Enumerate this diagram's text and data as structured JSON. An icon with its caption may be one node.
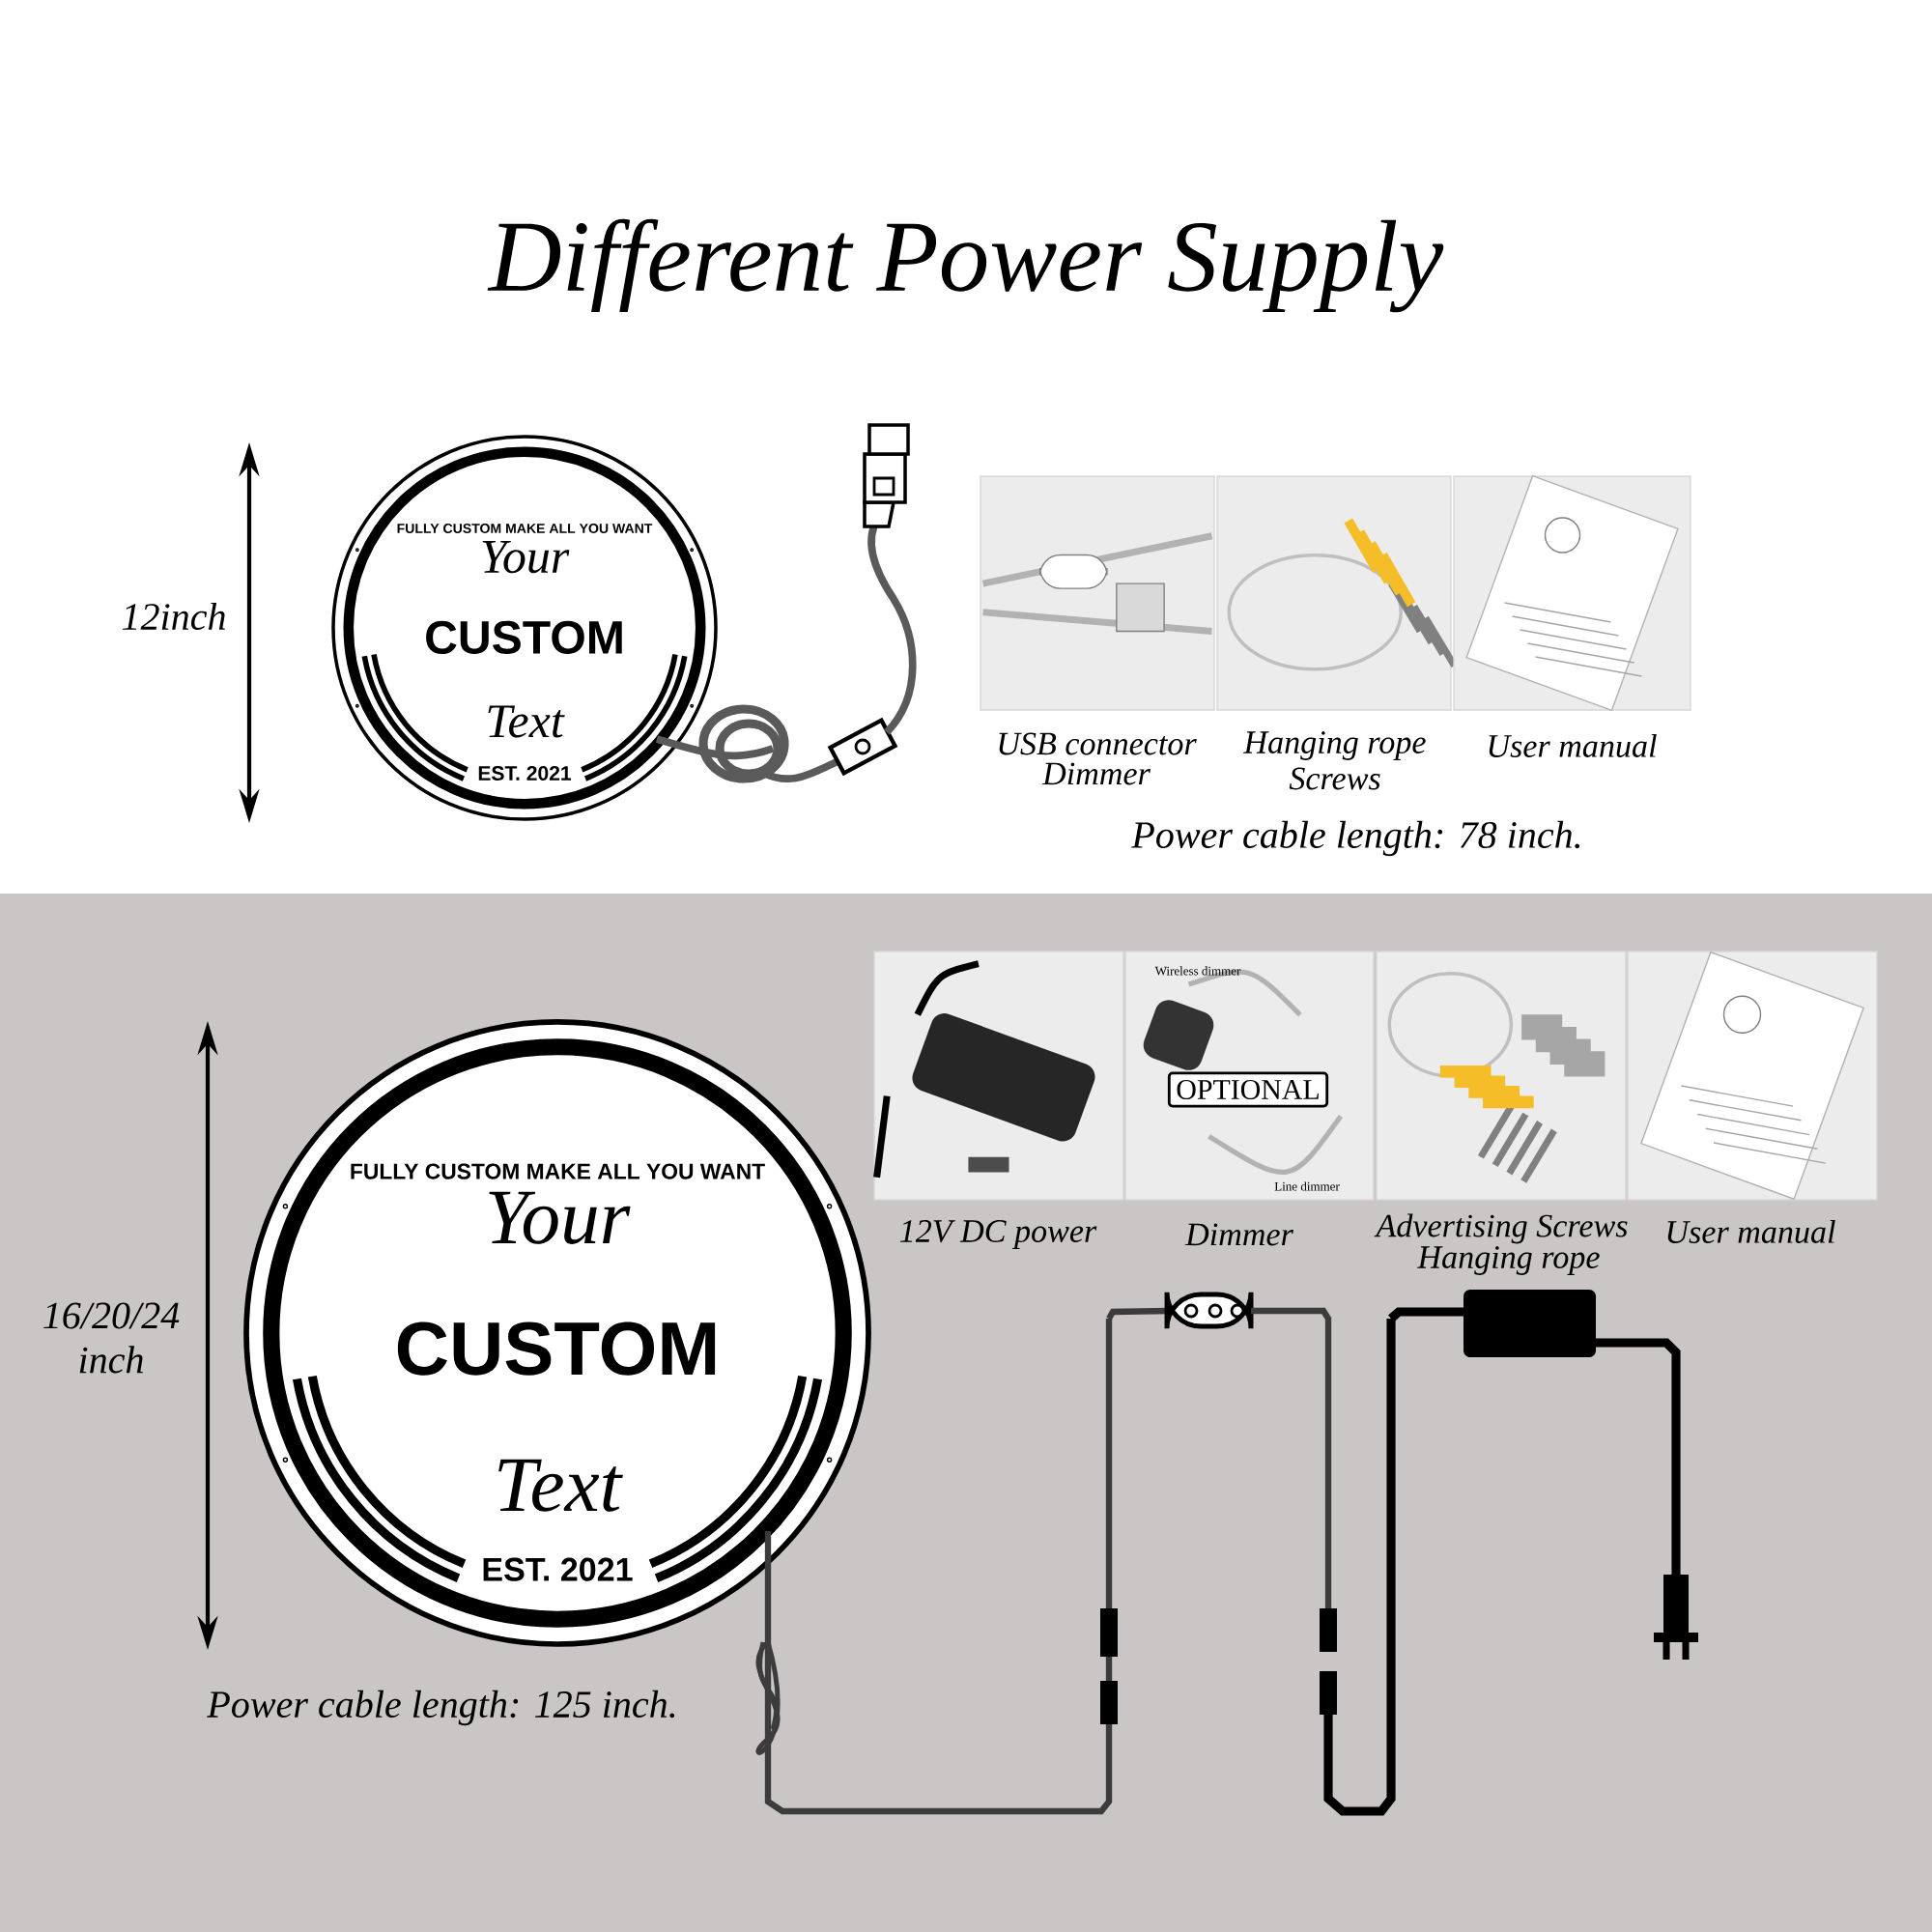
{
  "diagram": {
    "title": "Different Power Supply",
    "nodes": [
      {
        "text": [
          "FULLY CUSTOM MAKE ALL YOU WANT",
          "Your",
          "CUSTOM",
          "Text",
          "EST. 2021"
        ]
      },
      {
        "text": [],
        "shape": "picture",
        "beside": [
          "USB connector",
          "Dimmer"
        ]
      },
      {
        "text": [],
        "shape": "picture",
        "beside": [
          "Hanging rope",
          "Screws"
        ]
      },
      {
        "text": [],
        "shape": "picture",
        "beside": [
          "User manual"
        ]
      },
      {
        "text": [
          "FULLY CUSTOM MAKE ALL YOU WANT",
          "Your",
          "CUSTOM",
          "Text",
          "EST. 2021"
        ]
      },
      {
        "text": [],
        "shape": "picture",
        "beside": [
          "12V DC power"
        ]
      },
      {
        "text": [
          "Wireless dimmer",
          "OPTIONAL",
          "Line dimmer"
        ],
        "beside": [
          "Dimmer"
        ]
      },
      {
        "text": [],
        "shape": "picture",
        "beside": [
          "Advertising Screws",
          "Hanging rope"
        ]
      },
      {
        "text": [],
        "shape": "picture",
        "beside": [
          "User manual"
        ]
      }
    ],
    "labels": [
      "12inch",
      "Power cable length: 78 inch.",
      "16/20/24 inch",
      "Power cable length: 125 inch."
    ]
  }
}
